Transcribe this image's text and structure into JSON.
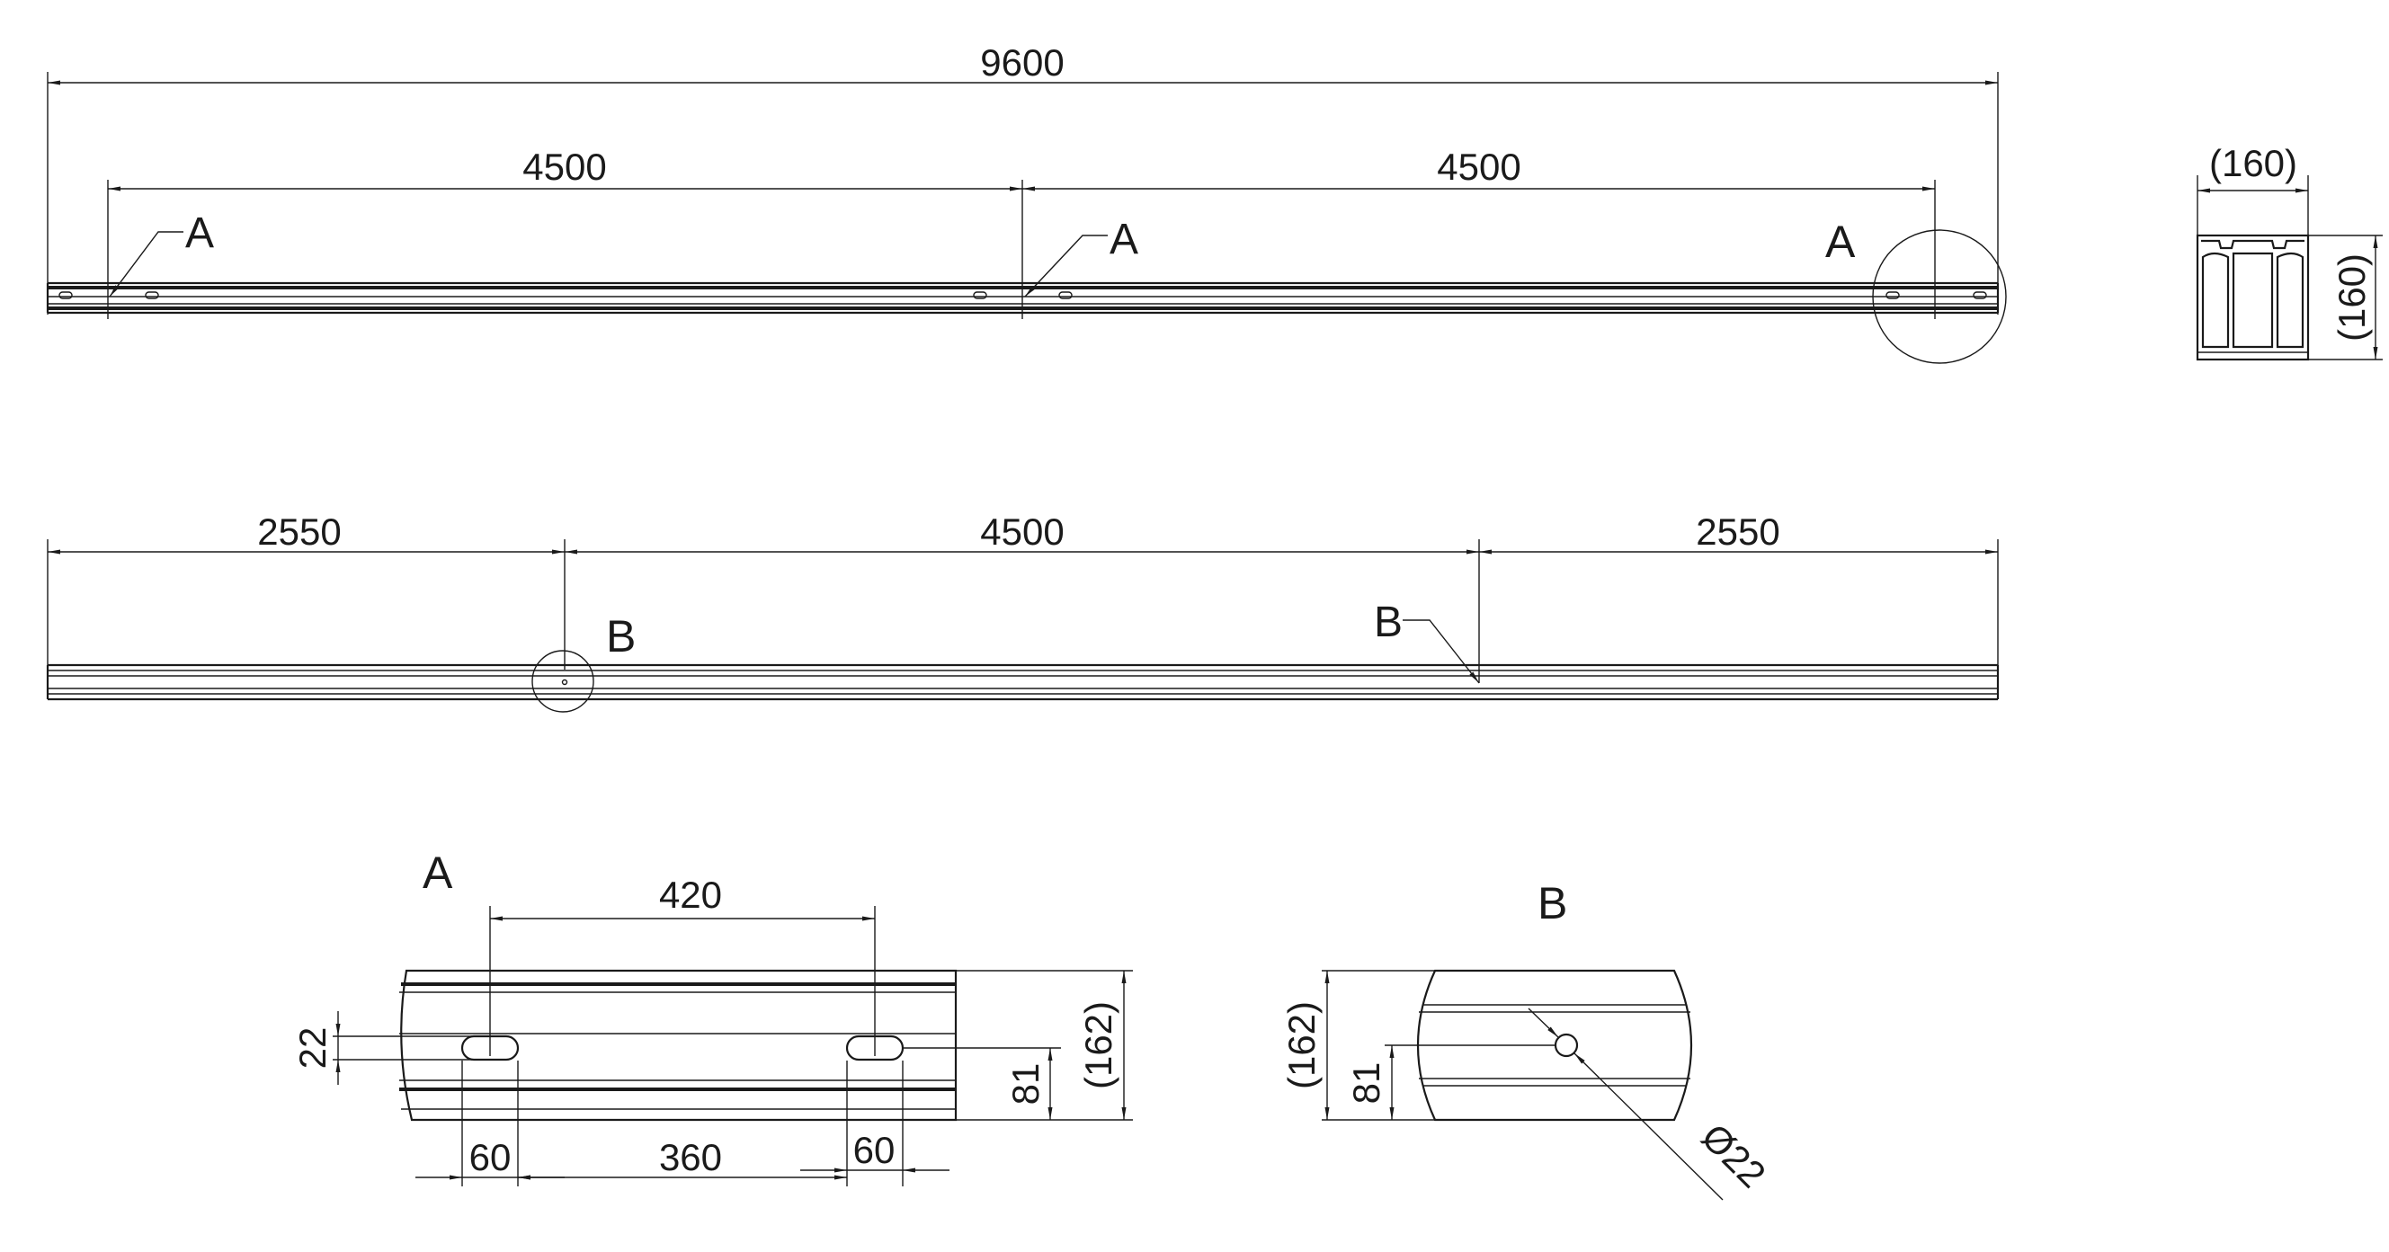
{
  "view_top": {
    "dim_total": "9600",
    "dim_left_span": "4500",
    "dim_right_span": "4500",
    "leader_left": "A",
    "leader_mid": "A",
    "callout_label": "A"
  },
  "view_section": {
    "dim_width": "(160)",
    "dim_height": "(160)"
  },
  "view_front": {
    "dim_left": "2550",
    "dim_mid": "4500",
    "dim_right": "2550",
    "callout_label": "B",
    "leader_label": "B"
  },
  "detail_a": {
    "title": "A",
    "dim_slot_spacing": "420",
    "dim_slot_height": "22",
    "dim_half_height": "81",
    "dim_total_height": "(162)",
    "dim_slot_len_left": "60",
    "dim_between": "360",
    "dim_slot_len_right": "60"
  },
  "detail_b": {
    "title": "B",
    "dim_total_height": "(162)",
    "dim_half_height": "81",
    "dim_hole": "Ø22"
  }
}
